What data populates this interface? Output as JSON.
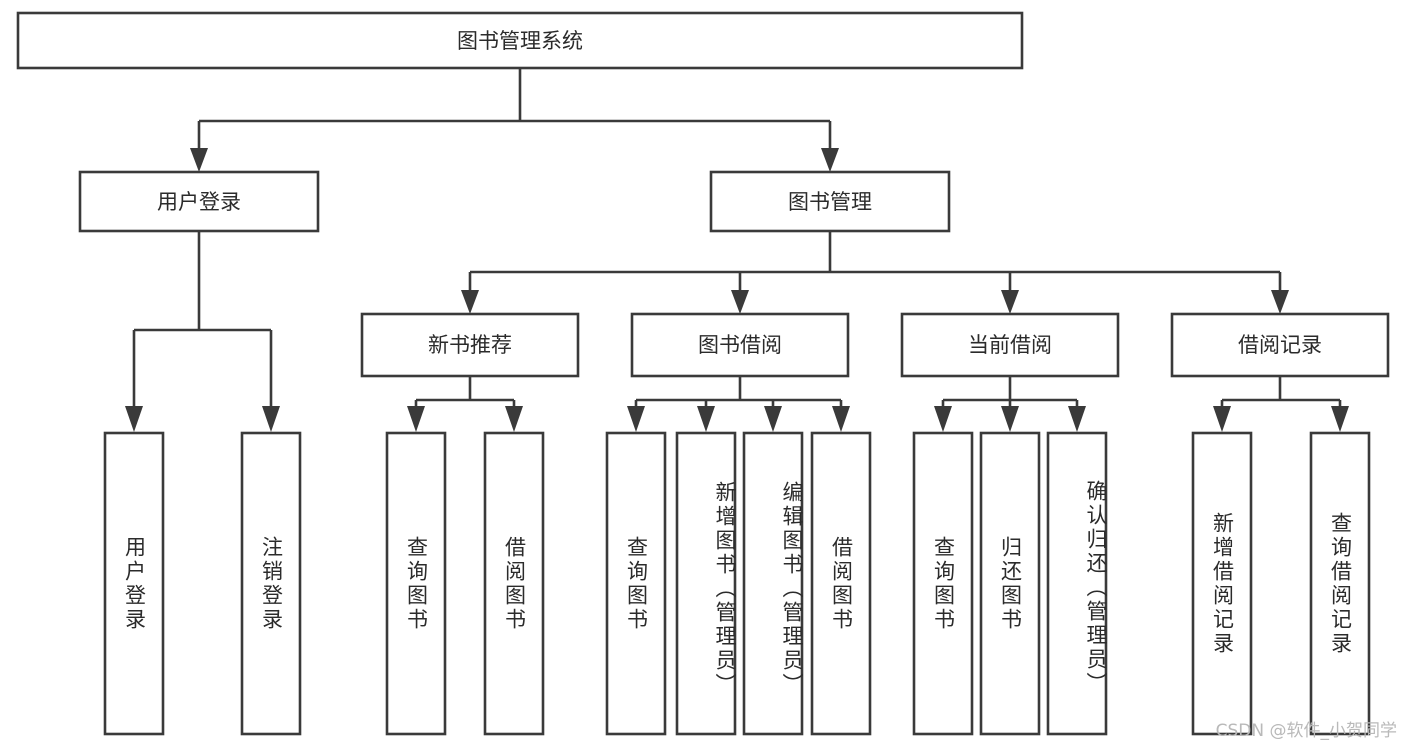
{
  "diagram": {
    "type": "tree-hierarchy",
    "title": "图书管理系统",
    "watermark": "CSDN @软件_小贺同学",
    "colors": {
      "background": "#ffffff",
      "box_stroke": "#3a3a3a",
      "box_fill": "#ffffff",
      "text": "#2b2b2b",
      "watermark_text": "#b9b9b9"
    },
    "levels": {
      "root": {
        "label": "图书管理系统",
        "orientation": "horizontal"
      },
      "level2": [
        {
          "label": "用户登录",
          "orientation": "horizontal"
        },
        {
          "label": "图书管理",
          "orientation": "horizontal"
        }
      ],
      "level3": [
        {
          "label": "新书推荐",
          "orientation": "horizontal"
        },
        {
          "label": "图书借阅",
          "orientation": "horizontal"
        },
        {
          "label": "当前借阅",
          "orientation": "horizontal"
        },
        {
          "label": "借阅记录",
          "orientation": "horizontal"
        }
      ],
      "leaves": [
        {
          "label": "用户登录",
          "orientation": "vertical",
          "parent": "用户登录"
        },
        {
          "label": "注销登录",
          "orientation": "vertical",
          "parent": "用户登录"
        },
        {
          "label": "查询图书",
          "orientation": "vertical",
          "parent": "新书推荐"
        },
        {
          "label": "借阅图书",
          "orientation": "vertical",
          "parent": "新书推荐"
        },
        {
          "label": "查询图书",
          "orientation": "vertical",
          "parent": "图书借阅"
        },
        {
          "label": "新增图书（管理员）",
          "orientation": "vertical",
          "parent": "图书借阅"
        },
        {
          "label": "编辑图书（管理员）",
          "orientation": "vertical",
          "parent": "图书借阅"
        },
        {
          "label": "借阅图书",
          "orientation": "vertical",
          "parent": "图书借阅"
        },
        {
          "label": "查询图书",
          "orientation": "vertical",
          "parent": "当前借阅"
        },
        {
          "label": "归还图书",
          "orientation": "vertical",
          "parent": "当前借阅"
        },
        {
          "label": "确认归还（管理员）",
          "orientation": "vertical",
          "parent": "当前借阅"
        },
        {
          "label": "新增借阅记录",
          "orientation": "vertical",
          "parent": "借阅记录"
        },
        {
          "label": "查询借阅记录",
          "orientation": "vertical",
          "parent": "借阅记录"
        }
      ]
    }
  }
}
